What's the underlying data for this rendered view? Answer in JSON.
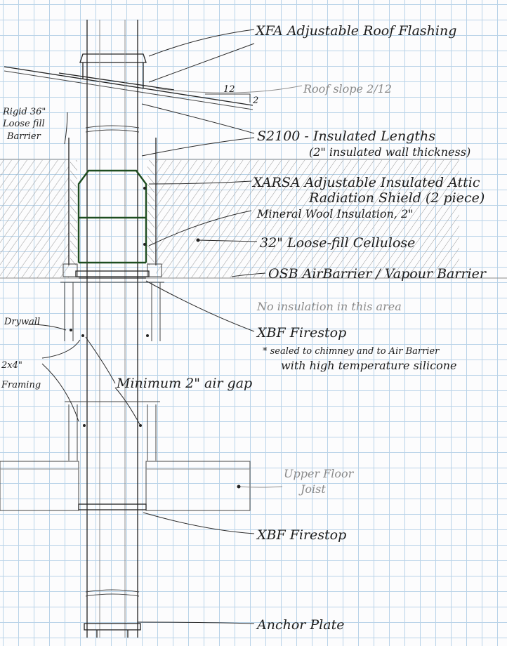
{
  "labels": {
    "xfa": "XFA  Adjustable Roof Flashing",
    "roof_slope": "Roof  slope 2/12",
    "slope_run": "12",
    "slope_rise": "2",
    "rigid_1": "Rigid 36\"",
    "rigid_2": "Loose fill",
    "rigid_3": "Barrier",
    "s2100_1": "S2100 - Insulated Lengths",
    "s2100_2": "(2\" insulated wall thickness)",
    "xarsa_1": "XARSA Adjustable Insulated Attic",
    "xarsa_2": "Radiation Shield (2 piece)",
    "mineral_wool": "Mineral Wool Insulation, 2\"",
    "loose_fill": "32\"  Loose-fill Cellulose",
    "osb": "OSB  AirBarrier / Vapour Barrier",
    "no_insulation": "No insulation in this area",
    "drywall": "Drywall",
    "xbf_top": "XBF   Firestop",
    "xbf_note_1": "* sealed to chimney and to Air Barrier",
    "xbf_note_2": "with high temperature silicone",
    "framing_1": "2x4\"",
    "framing_2": "Framing",
    "airgap": "Minimum 2\" air gap",
    "upper_floor_1": "Upper Floor",
    "upper_floor_2": "Joist",
    "xbf_bottom": "XBF   Firestop",
    "anchor_plate": "Anchor Plate"
  }
}
